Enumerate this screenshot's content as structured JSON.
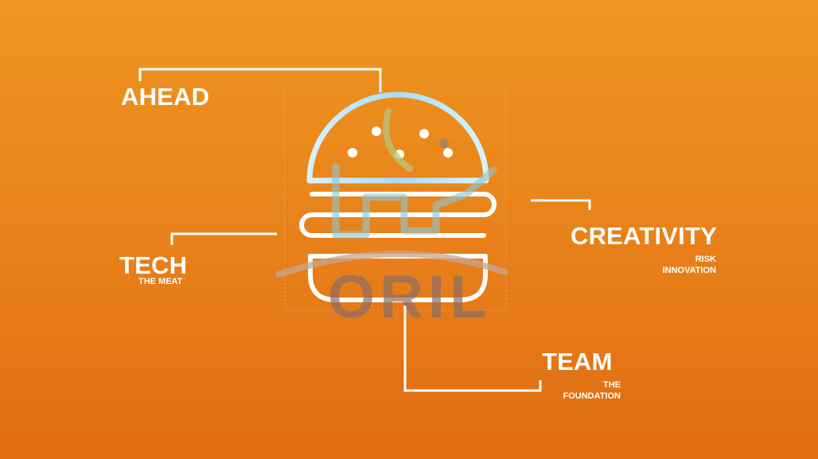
{
  "diagram": {
    "accent_color": "#ffffff",
    "background_top": "#ef9520",
    "background_bottom": "#e06c12",
    "labels": {
      "ahead": {
        "title": "AHEAD"
      },
      "tech": {
        "title": "TECH",
        "subtitle": "THE MEAT"
      },
      "creativity": {
        "title": "CREATIVITY",
        "line1": "RISK",
        "line2": "INNOVATION"
      },
      "team": {
        "title": "TEAM",
        "line1": "THE",
        "line2": "FOUNDATION"
      }
    },
    "icon": "burger-icon",
    "watermark": {
      "text": "ORIL",
      "icon": "oril-logo-icon"
    }
  }
}
